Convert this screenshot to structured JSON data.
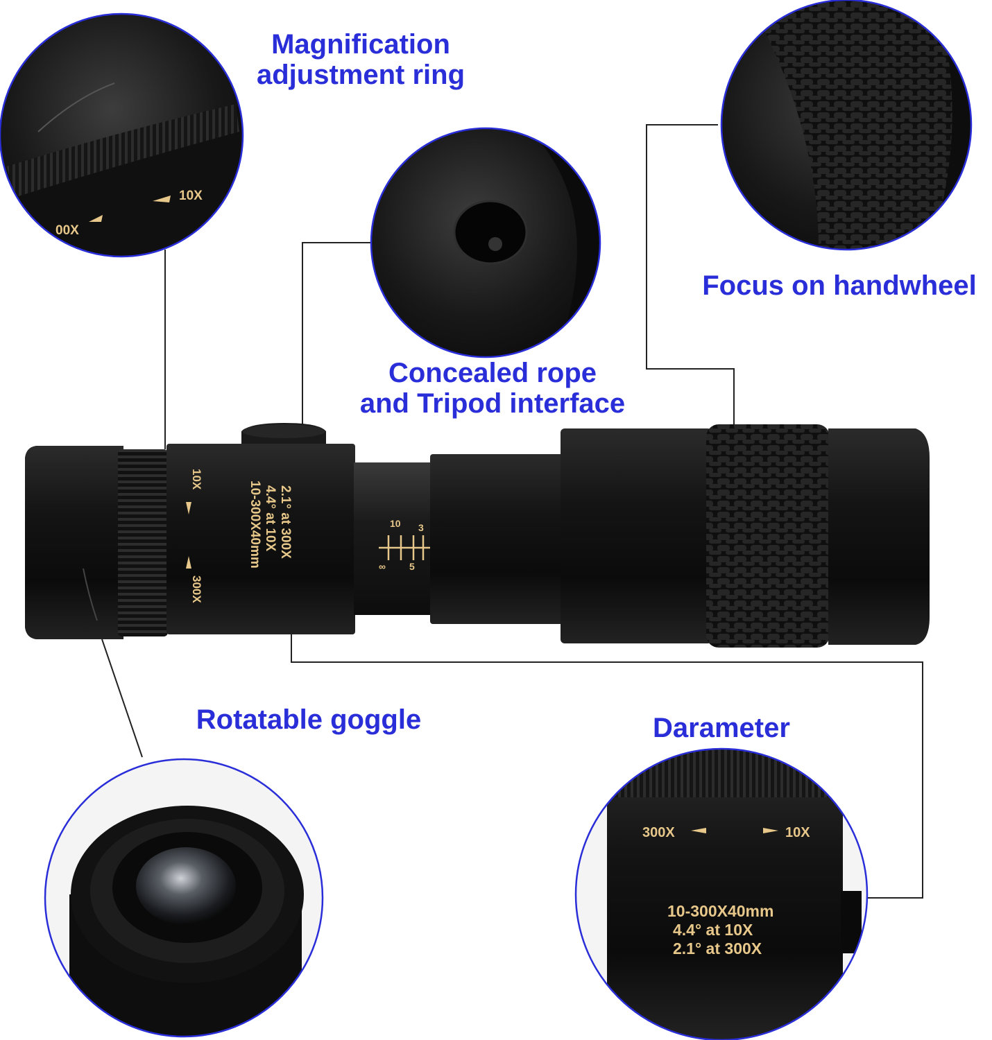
{
  "callouts": {
    "magnification": [
      "Magnification",
      "adjustment ring"
    ],
    "tripod": [
      "Concealed rope",
      "and Tripod interface"
    ],
    "focus": "Focus on handwheel",
    "goggle": "Rotatable goggle",
    "diameter": "Darameter"
  },
  "markings": {
    "mag_low": "10X",
    "mag_high": "300X",
    "mag_high_partial": "00X",
    "spec_line1": "10-300X40mm",
    "spec_line2": "4.4° at 10X",
    "spec_line3": "2.1° at 300X",
    "focus_scale": [
      "3",
      "5",
      "10",
      "∞"
    ]
  },
  "colors": {
    "label": "#2a2ed8",
    "body": "#141414",
    "print": "#e8c88a",
    "leader": "#222222"
  }
}
